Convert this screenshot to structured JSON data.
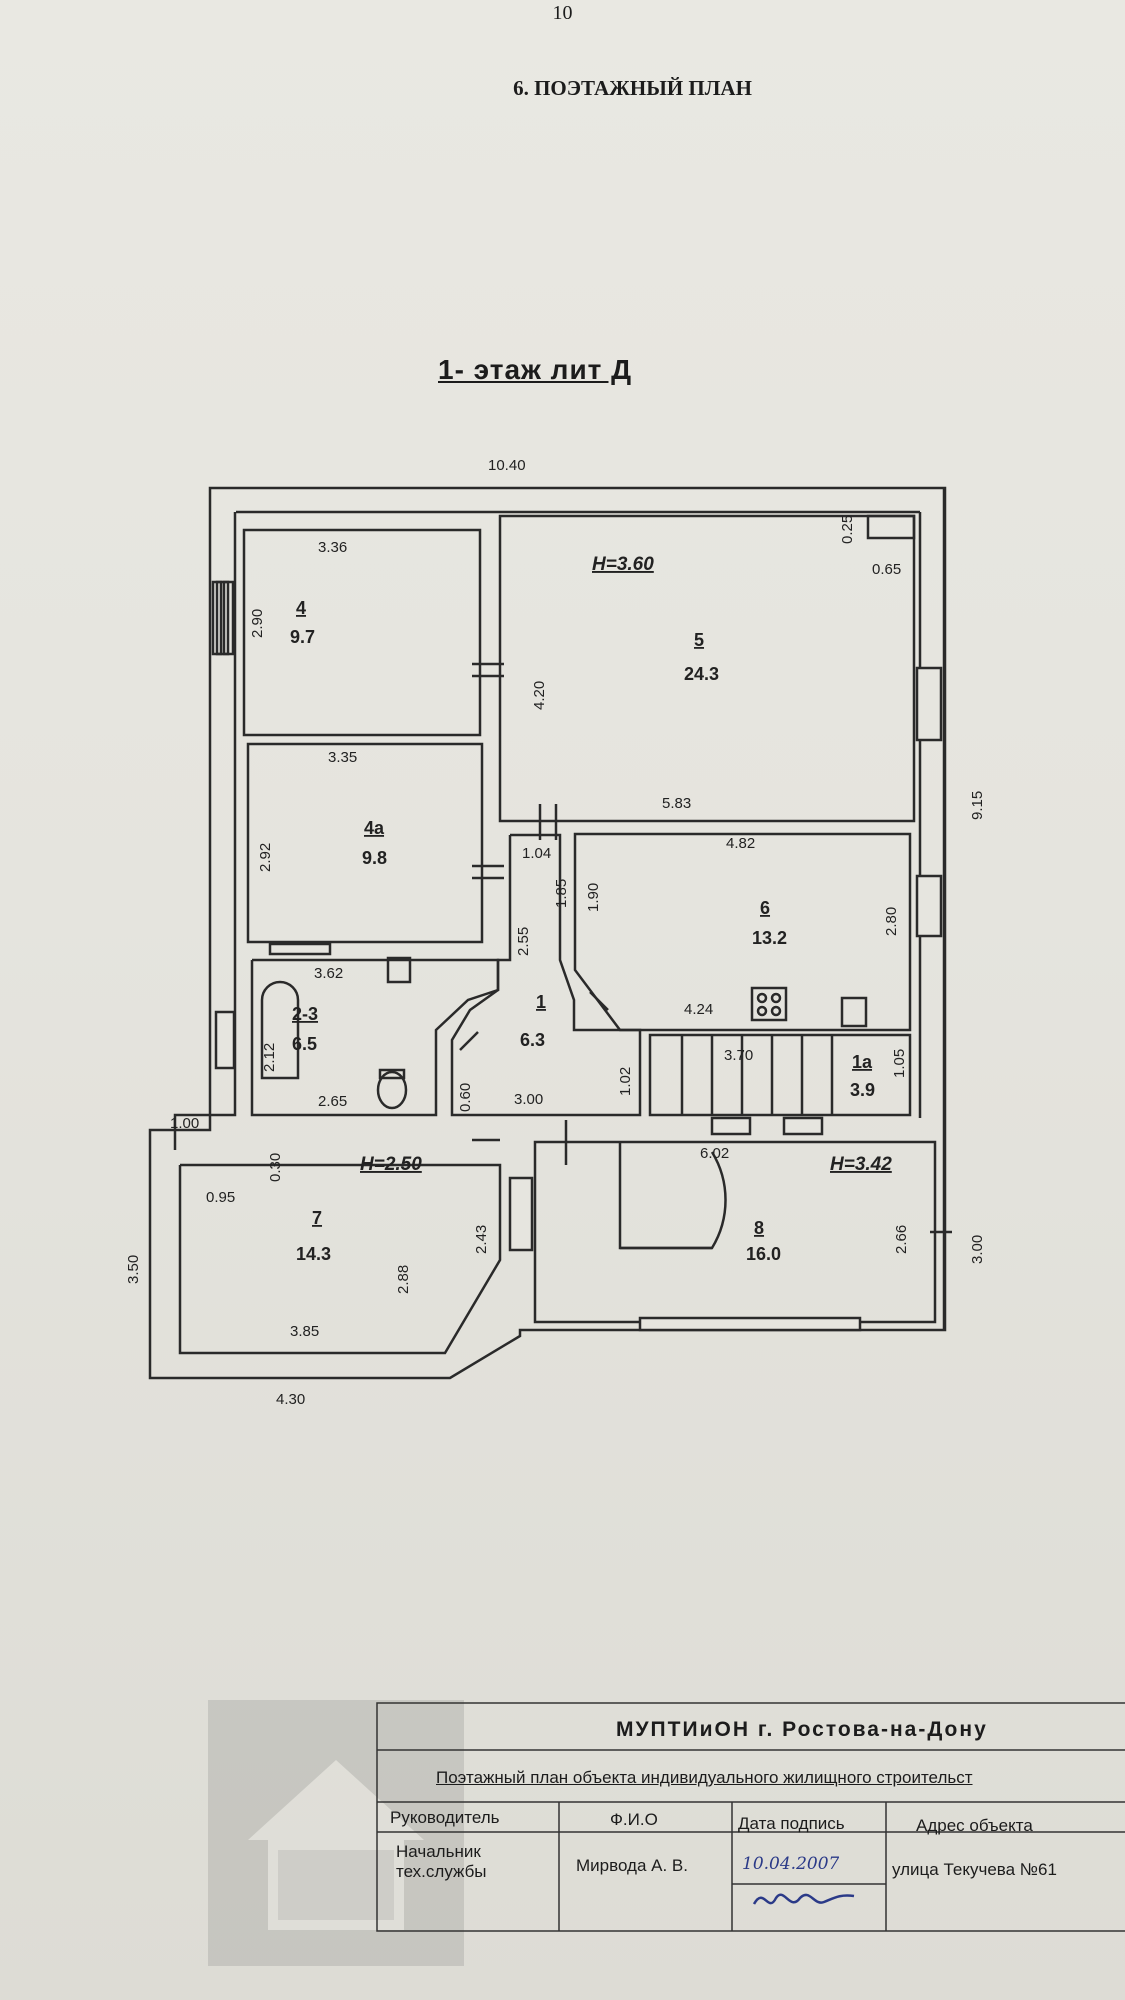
{
  "header": {
    "page_number": "10",
    "section_title": "6. ПОЭТАЖНЫЙ ПЛАН",
    "floor_title": "1- этаж лит Д"
  },
  "rooms": [
    {
      "number": "4",
      "area": "9.7"
    },
    {
      "number": "4а",
      "area": "9.8"
    },
    {
      "number": "5",
      "area": "24.3"
    },
    {
      "number": "6",
      "area": "13.2"
    },
    {
      "number": "1",
      "area": "6.3"
    },
    {
      "number": "2-3",
      "area": "6.5"
    },
    {
      "number": "1а",
      "area": "3.9"
    },
    {
      "number": "7",
      "area": "14.3"
    },
    {
      "number": "8",
      "area": "16.0"
    }
  ],
  "heights": [
    "H=3.60",
    "H=2.50",
    "H=3.42"
  ],
  "dimensions": [
    "10.40",
    "3.36",
    "2.90",
    "0.25",
    "0.65",
    "4.20",
    "3.35",
    "5.83",
    "9.15",
    "2.92",
    "1.04",
    "4.82",
    "1.85",
    "1.90",
    "2.80",
    "2.55",
    "3.62",
    "4.24",
    "2.12",
    "3.70",
    "1.02",
    "1.05",
    "2.65",
    "0.60",
    "3.00",
    "1.00",
    "0.30",
    "6.02",
    "0.95",
    "2.43",
    "2.66",
    "3.00",
    "3.50",
    "2.88",
    "3.85",
    "4.30"
  ],
  "stamp": {
    "organization": "МУПТИиОН г. Ростова-на-Дону",
    "document_title": "Поэтажный план объекта индивидуального жилищного строительст",
    "col_position": "Руководитель",
    "col_name": "Ф.И.О",
    "col_date_sign": "Дата подпись",
    "col_address": "Адрес объекта",
    "position_value": "Начальник тех.службы",
    "name_value": "Мирвода А. В.",
    "date_value": "10.04.2007",
    "address_value": "улица Текучева №61"
  }
}
